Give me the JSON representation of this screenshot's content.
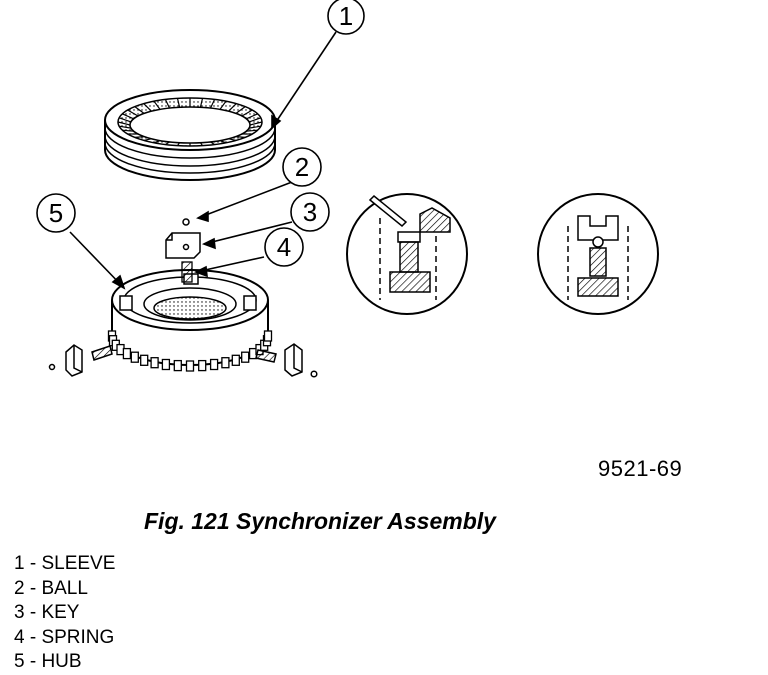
{
  "figure": {
    "code": "9521-69",
    "caption": "Fig. 121 Synchronizer Assembly",
    "callouts": [
      "1",
      "2",
      "3",
      "4",
      "5"
    ]
  },
  "legend": [
    "1 - SLEEVE",
    "2 - BALL",
    "3 - KEY",
    "4 - SPRING",
    "5 - HUB"
  ]
}
